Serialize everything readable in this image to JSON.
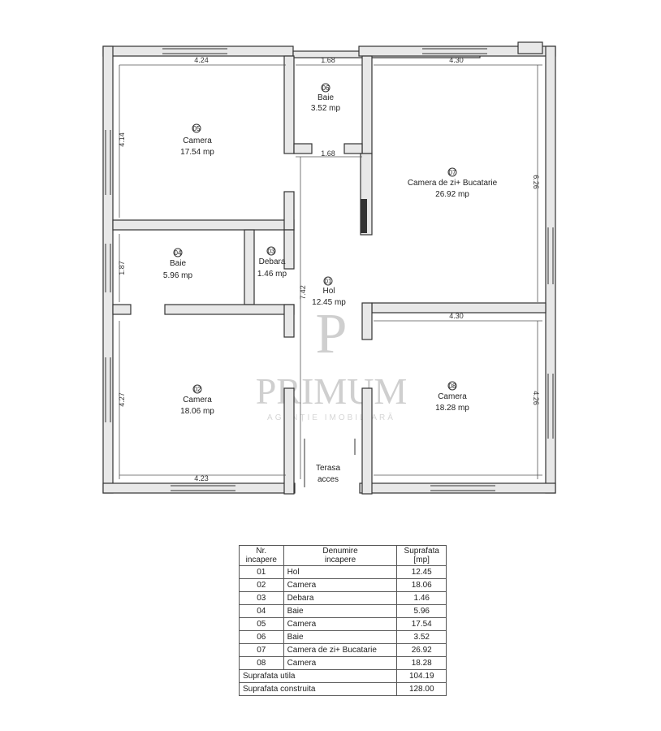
{
  "rooms": [
    {
      "nr": "01",
      "name": "Hol",
      "area": "12.45 mp"
    },
    {
      "nr": "02",
      "name": "Camera",
      "area": "18.06 mp"
    },
    {
      "nr": "03",
      "name": "Debara",
      "area": "1.46 mp"
    },
    {
      "nr": "04",
      "name": "Baie",
      "area": "5.96 mp"
    },
    {
      "nr": "05",
      "name": "Camera",
      "area": "17.54 mp"
    },
    {
      "nr": "06",
      "name": "Baie",
      "area": "3.52 mp"
    },
    {
      "nr": "07",
      "name": "Camera de zi+ Bucatarie",
      "area": "26.92 mp"
    },
    {
      "nr": "08",
      "name": "Camera",
      "area": "18.28 mp"
    }
  ],
  "terrace": {
    "line1": "Terasa",
    "line2": "acces"
  },
  "dimensions": {
    "d_424": "4.24",
    "d_168_top": "1.68",
    "d_430_top": "4.30",
    "d_414": "4.14",
    "d_168_mid": "1.68",
    "d_626": "6.26",
    "d_187": "1.87",
    "d_742": "7.42",
    "d_430_mid": "4.30",
    "d_427": "4.27",
    "d_426": "4.26",
    "d_423": "4.23"
  },
  "watermark": {
    "brand": "PRIMUM",
    "tagline": "AGENȚIE IMOBILIARĂ",
    "logo_letter": "P"
  },
  "table": {
    "headers": {
      "nr": "Nr.\nincapere",
      "name": "Denumire\nincapere",
      "area": "Suprafata\n[mp]"
    },
    "rows": [
      {
        "nr": "01",
        "name": "Hol",
        "area": "12.45"
      },
      {
        "nr": "02",
        "name": "Camera",
        "area": "18.06"
      },
      {
        "nr": "03",
        "name": "Debara",
        "area": "1.46"
      },
      {
        "nr": "04",
        "name": "Baie",
        "area": "5.96"
      },
      {
        "nr": "05",
        "name": "Camera",
        "area": "17.54"
      },
      {
        "nr": "06",
        "name": "Baie",
        "area": "3.52"
      },
      {
        "nr": "07",
        "name": "Camera de zi+ Bucatarie",
        "area": "26.92"
      },
      {
        "nr": "08",
        "name": "Camera",
        "area": "18.28"
      }
    ],
    "totals": [
      {
        "label": "Suprafata utila",
        "value": "104.19"
      },
      {
        "label": "Suprafata construita",
        "value": "128.00"
      }
    ]
  }
}
